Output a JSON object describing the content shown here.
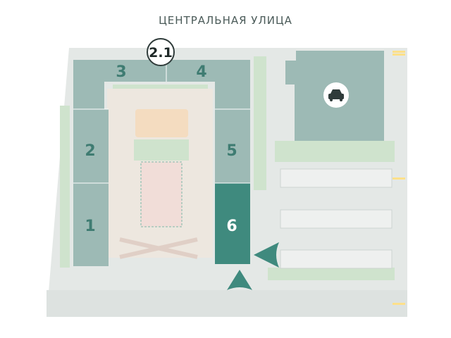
{
  "street_name": "ЦЕНТРАЛЬНАЯ УЛИЦА",
  "highlighted_building": "6",
  "colors": {
    "building": "#9dbab5",
    "building_highlight": "#3f8a7e",
    "building_text": "#3f7c72",
    "ground": "#e4e8e6",
    "grass": "#cfe3cd",
    "court": "#f1ddd8",
    "playground_orange": "#f4dcc0",
    "entrance_marker": "#3f8a7e"
  },
  "buildings": [
    {
      "id": "2.1",
      "label": "2.1",
      "badge": true
    },
    {
      "id": "3",
      "label": "3"
    },
    {
      "id": "4",
      "label": "4"
    },
    {
      "id": "2",
      "label": "2"
    },
    {
      "id": "5",
      "label": "5"
    },
    {
      "id": "1",
      "label": "1"
    },
    {
      "id": "6",
      "label": "6"
    }
  ],
  "parking_building_icon": "car-icon"
}
